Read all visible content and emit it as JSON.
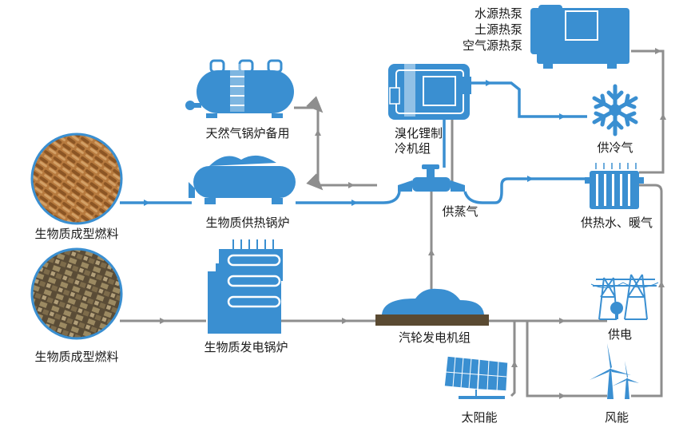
{
  "labels": {
    "gas_boiler": "天然气锅炉备用",
    "bio_heat_boiler": "生物质供热锅炉",
    "bio_power_boiler": "生物质发电锅炉",
    "fuel_1": "生物质成型燃料",
    "fuel_2": "生物质成型燃料",
    "chiller_line1": "溴化锂制",
    "chiller_line2": "冷机组",
    "steam": "供蒸气",
    "turbine": "汽轮发电机组",
    "heat_pump_1": "水源热泵",
    "heat_pump_2": "土源热泵",
    "heat_pump_3": "空气源热泵",
    "cooling": "供冷气",
    "heating": "供热水、暖气",
    "power": "供电",
    "solar": "太阳能",
    "wind": "风能"
  },
  "colors": {
    "equipment_blue": "#3a8fd1",
    "pipe_gray": "#8e8e8e",
    "text": "#1a1a1a",
    "pellet_brown": "#a0652f",
    "briquette_brown": "#7a6a4a"
  },
  "icons": [
    "snowflake-icon",
    "radiator-icon",
    "power-tower-icon",
    "solar-panel-icon",
    "wind-turbine-icon",
    "valve-icon"
  ]
}
